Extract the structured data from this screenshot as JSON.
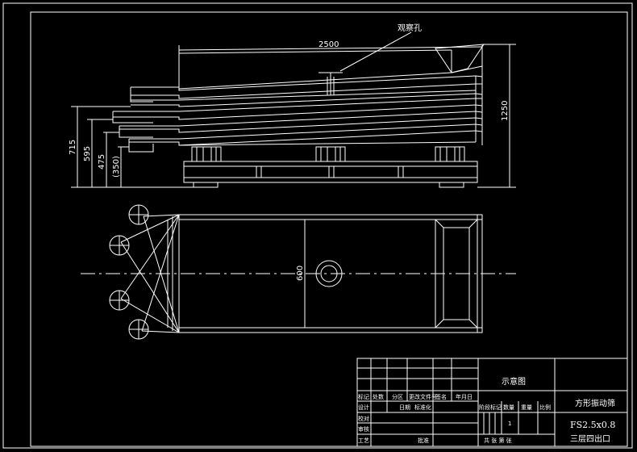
{
  "dimensions": {
    "length": "2500",
    "total_height": "1250",
    "outlet_heights": [
      "715",
      "595",
      "475",
      "(350)"
    ],
    "width": "600"
  },
  "annotations": {
    "lifting_hole": "观察孔"
  },
  "title_block": {
    "drawing_name": "示意图",
    "header_row": [
      "标记",
      "处数",
      "分区",
      "更改文件号",
      "签名",
      "年月日"
    ],
    "design_row": [
      "设计",
      "",
      "日期",
      "标准化"
    ],
    "check_row": [
      "校对"
    ],
    "review_row": [
      "审核"
    ],
    "process_row": [
      "工艺",
      "",
      "",
      "批准"
    ],
    "stage_header": [
      "阶段标记",
      "数量",
      "重量",
      "比例"
    ],
    "quantity": "1",
    "sheets": "共  张  第  张",
    "product_name": "方形振动筛",
    "model": "FS2.5x0.8",
    "description": "三层四出口"
  }
}
